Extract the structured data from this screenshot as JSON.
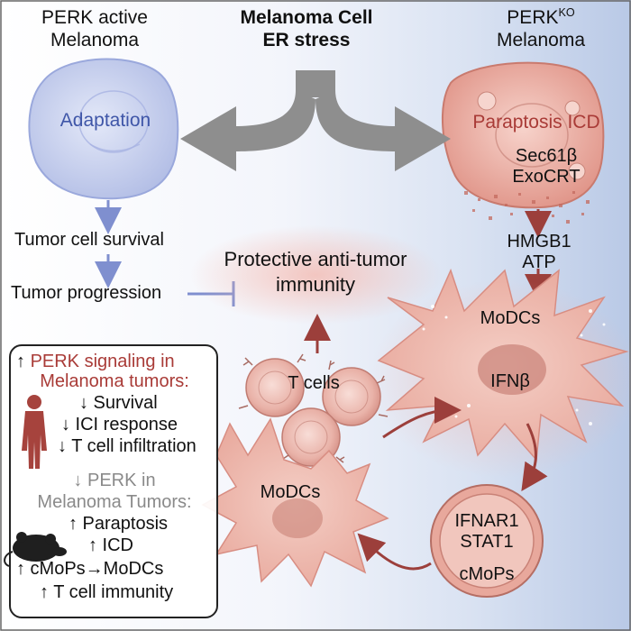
{
  "header": {
    "left_title_line1": "PERK active",
    "left_title_line2": "Melanoma",
    "center_title_line1": "Melanoma Cell",
    "center_title_line2": "ER stress",
    "right_title_prefix": "PERK",
    "right_title_sup": "KO",
    "right_title_line2": "Melanoma"
  },
  "left_cell": {
    "label": "Adaptation",
    "step1": "Tumor cell survival",
    "step2": "Tumor progression"
  },
  "right_cell": {
    "label": "Paraptosis ICD",
    "marker1": "Sec61β",
    "marker2": "ExoCRT",
    "signal1": "HMGB1",
    "signal2": "ATP"
  },
  "center": {
    "immunity_line1": "Protective anti-tumor",
    "immunity_line2": "immunity",
    "t_cells": "T cells"
  },
  "dc_right": {
    "label": "MoDCs",
    "cytokine": "IFNβ"
  },
  "dc_left": {
    "label": "MoDCs"
  },
  "cmop": {
    "line1": "IFNAR1",
    "line2": "STAT1",
    "line3": "cMoPs"
  },
  "legend": {
    "heading_arrow": "↑",
    "heading_line1": "PERK signaling in",
    "heading_line2": "Melanoma tumors:",
    "human_items": [
      "↓ Survival",
      "↓ ICI response",
      "↓ T cell infiltration"
    ],
    "mouse_heading_line1": "↓ PERK in",
    "mouse_heading_line2": "Melanoma Tumors:",
    "mouse_items": [
      "↑ Paraptosis",
      "↑ ICD",
      "↑ cMoPs→MoDCs",
      "↑ T cell immunity"
    ]
  },
  "colors": {
    "left_cell_fill": "#c7d0ee",
    "right_cell_fill": "#e9a79e",
    "arrow_grey": "#8e8e8e",
    "arrow_blue": "#7f8fcf",
    "arrow_red": "#9c3f3b",
    "cell_pink": "#f1c6bd"
  },
  "icons": [
    "human-silhouette-icon",
    "mouse-silhouette-icon"
  ]
}
